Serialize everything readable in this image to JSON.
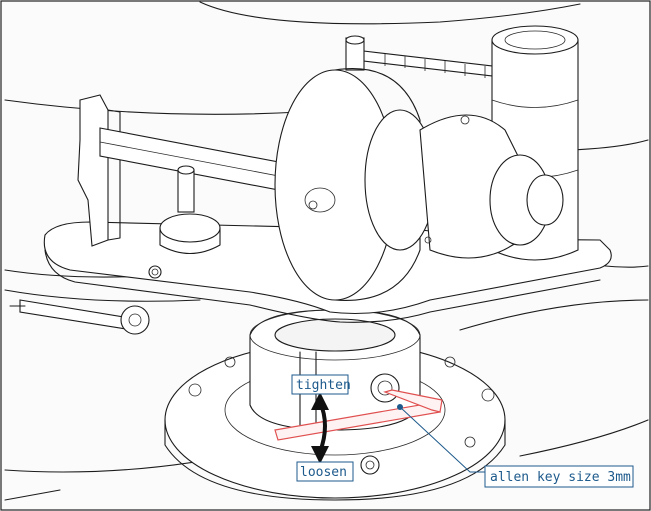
{
  "annotations": {
    "tighten": "tighten",
    "loosen": "loosen",
    "allen_key": "allen key size 3mm"
  },
  "colors": {
    "label_text": "#1d5a8c",
    "allen_key_outline": "#e05050",
    "drawing_line": "#1c1c1c",
    "background": "#fbfbfb"
  },
  "icons": {
    "direction_arrow": "double-headed-vertical-arrow"
  }
}
